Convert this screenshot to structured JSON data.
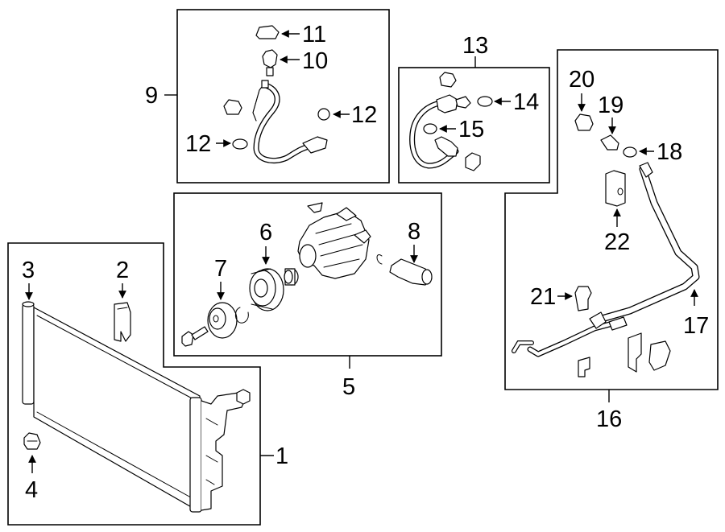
{
  "diagram": {
    "callouts": {
      "c1": "1",
      "c2": "2",
      "c3": "3",
      "c4": "4",
      "c5": "5",
      "c6": "6",
      "c7": "7",
      "c8": "8",
      "c9": "9",
      "c10": "10",
      "c11": "11",
      "c12a": "12",
      "c12b": "12",
      "c13": "13",
      "c14": "14",
      "c15": "15",
      "c16": "16",
      "c17": "17",
      "c18": "18",
      "c19": "19",
      "c20": "20",
      "c21": "21",
      "c22": "22"
    }
  }
}
